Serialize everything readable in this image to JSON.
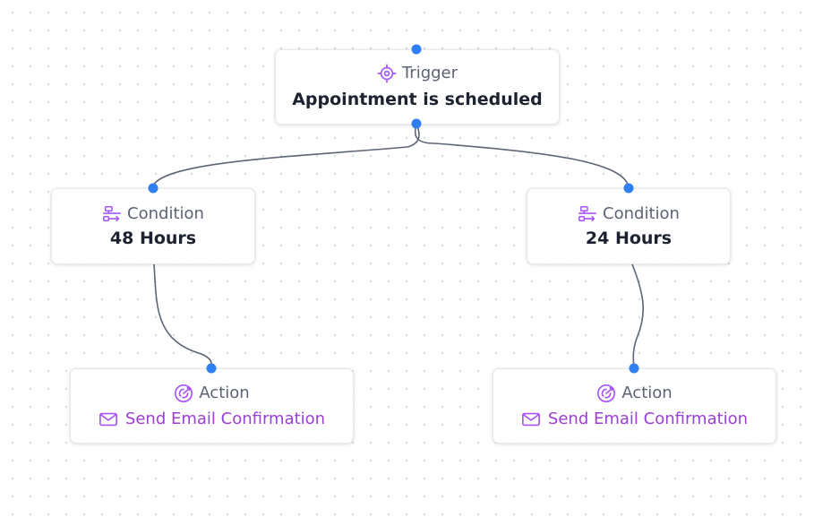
{
  "colors": {
    "handle": "#2f7ff2",
    "edge": "#5d6574",
    "icon_accent": "#a855f7",
    "action_text": "#9b3fd6",
    "title_text": "#1d2230",
    "header_text": "#5c6374"
  },
  "flow": {
    "trigger": {
      "heading": "Trigger",
      "icon": "target-icon",
      "body": "Appointment is scheduled"
    },
    "conditions": [
      {
        "heading": "Condition",
        "icon": "branch-icon",
        "body": "48 Hours"
      },
      {
        "heading": "Condition",
        "icon": "branch-icon",
        "body": "24 Hours"
      }
    ],
    "actions": [
      {
        "heading": "Action",
        "icon": "action-icon",
        "item_icon": "mail-icon",
        "item": "Send Email Confirmation"
      },
      {
        "heading": "Action",
        "icon": "action-icon",
        "item_icon": "mail-icon",
        "item": "Send Email Confirmation"
      }
    ],
    "connections": [
      {
        "from": "trigger",
        "to": "conditions.0"
      },
      {
        "from": "trigger",
        "to": "conditions.1"
      },
      {
        "from": "conditions.0",
        "to": "actions.0"
      },
      {
        "from": "conditions.1",
        "to": "actions.1"
      }
    ]
  }
}
